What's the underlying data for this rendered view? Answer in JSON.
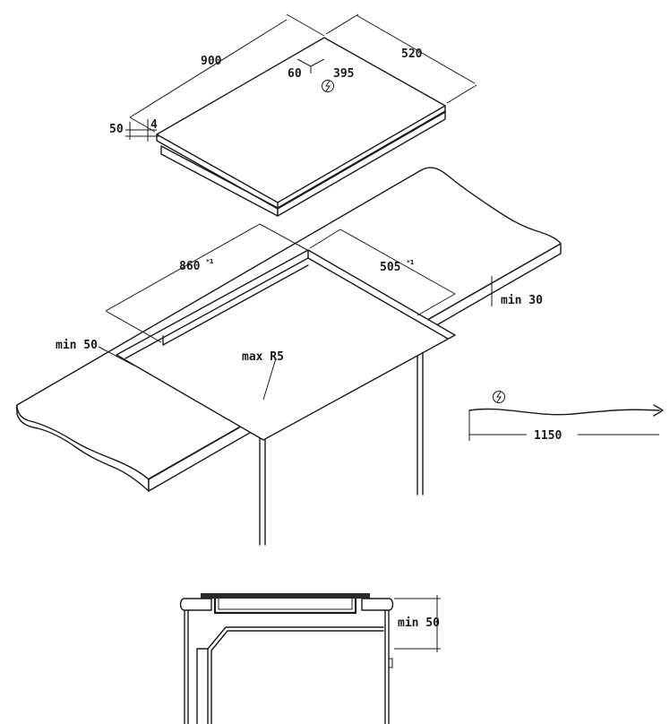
{
  "labels": {
    "hob_width": "900",
    "hob_depth": "520",
    "terminal_offset_x": "60",
    "terminal_offset_y": "395",
    "hob_height": "50",
    "glass_thickness": "4",
    "cutout_width": "860",
    "cutout_depth": "505",
    "cutout_superscript": "*1",
    "min_worktop_thickness": "min 30",
    "min_front_distance": "min 50",
    "max_radius": "max R5",
    "cable_length": "1150",
    "min_clearance": "min 50"
  },
  "icons": {
    "power_symbol": "lightning-circle-icon"
  }
}
